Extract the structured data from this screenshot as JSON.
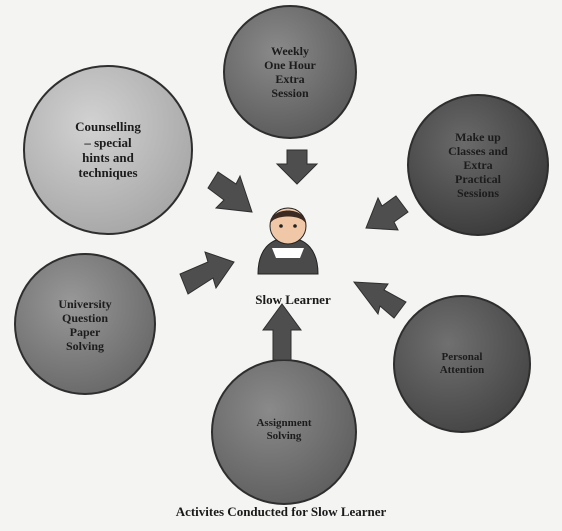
{
  "center": {
    "icon": "person-icon",
    "label": "Slow Learner"
  },
  "nodes": [
    {
      "id": "weekly",
      "label": "Weekly\nOne Hour\nExtra\nSession",
      "color": "#6e6e6e"
    },
    {
      "id": "makeup",
      "label": "Make up\nClasses and\nExtra\nPractical\nSessions",
      "color": "#4c4c4c"
    },
    {
      "id": "personal",
      "label": "Personal\nAttention",
      "color": "#555555"
    },
    {
      "id": "assignment",
      "label": "Assignment\nSolving",
      "color": "#707070"
    },
    {
      "id": "university",
      "label": "University\nQuestion\nPaper\nSolving",
      "color": "#7a7a7a"
    },
    {
      "id": "counselling",
      "label": "Counselling\n– special\nhints and\ntechniques",
      "color": "#b9b9b9"
    }
  ],
  "caption": "Activites Conducted for Slow Learner",
  "colors": {
    "arrow": "#4e4e4e",
    "border": "#2e2e2e",
    "background": "#f4f4f2"
  }
}
